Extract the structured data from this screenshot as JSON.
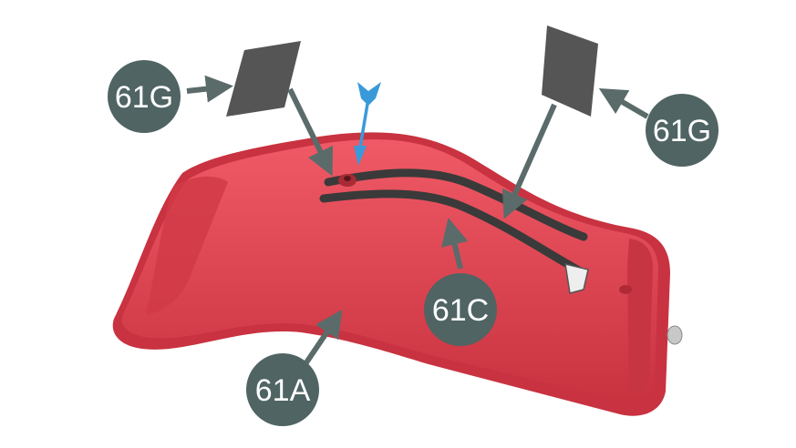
{
  "diagram": {
    "part_color": "#e04553",
    "part_shadow": "#b8303d",
    "callout_color": "#4f6463",
    "arrow_color": "#5a6b6a",
    "spring_color": "#3a3a3a",
    "pad_color": "#555555",
    "marker_color": "#3a9ad9",
    "callouts": {
      "g_left": "61G",
      "g_right": "61G",
      "c": "61C",
      "a": "61A"
    }
  }
}
